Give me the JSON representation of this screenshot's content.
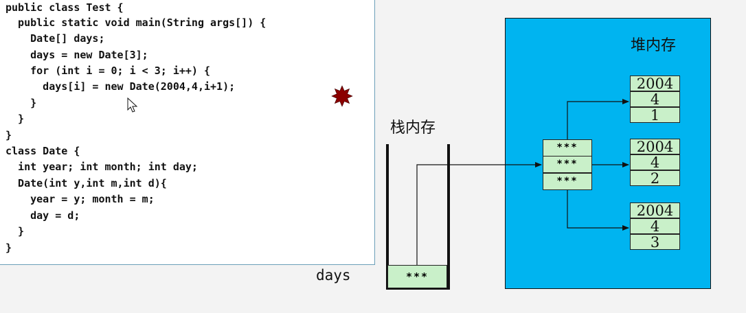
{
  "code": {
    "lines": [
      "public class Test {",
      "  public static void main(String args[]) {",
      "    Date[] days;",
      "    days = new Date[3];",
      "    for (int i = 0; i < 3; i++) {",
      "      days[i] = new Date(2004,4,i+1);",
      "    }",
      "  }",
      "}",
      "class Date {",
      "  int year; int month; int day;",
      "  Date(int y,int m,int d){",
      "    year = y; month = m;",
      "    day = d;",
      "  }",
      "}"
    ]
  },
  "stack": {
    "label": "栈内存",
    "variable": "days",
    "cell_value": "***"
  },
  "heap": {
    "label": "堆内存",
    "array_cells": [
      "***",
      "***",
      "***"
    ],
    "objects": [
      [
        "2004",
        "4",
        "1"
      ],
      [
        "2004",
        "4",
        "2"
      ],
      [
        "2004",
        "4",
        "3"
      ]
    ]
  },
  "colors": {
    "heap_bg": "#00b4f0",
    "cell_bg": "#c9f0c9",
    "star": "#8b0000"
  },
  "icons": [
    "star-icon",
    "cursor-icon"
  ]
}
